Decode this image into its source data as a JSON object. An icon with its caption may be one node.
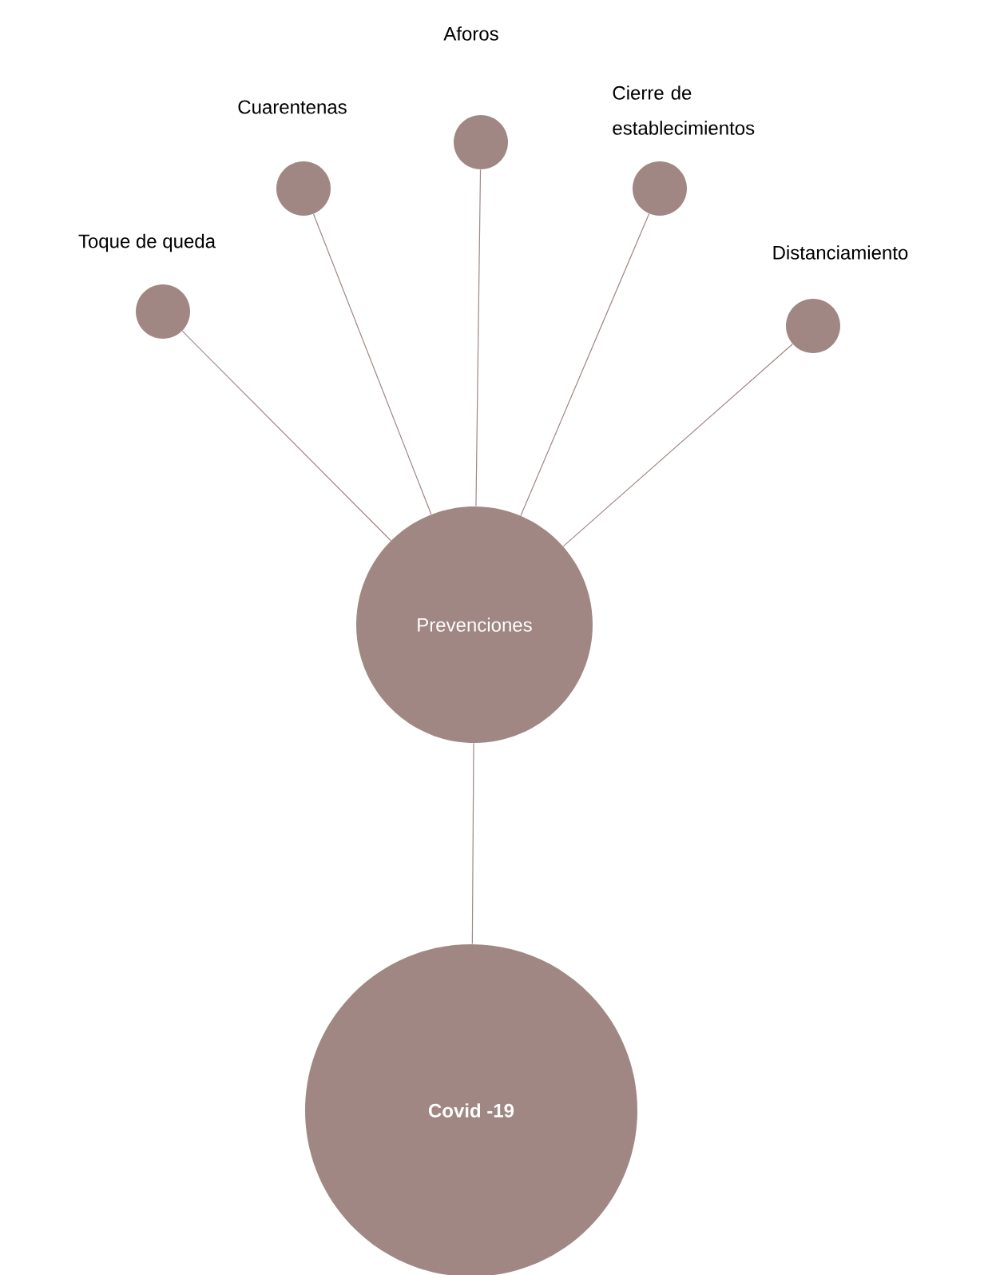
{
  "diagram": {
    "nodes": [
      {
        "text": [
          "Toque de queda"
        ]
      },
      {
        "text": [
          "Cuarentenas"
        ]
      },
      {
        "text": [
          "Aforos"
        ]
      },
      {
        "text": [
          "Cierre de establecimientos"
        ]
      },
      {
        "text": [
          "Distanciamiento"
        ]
      },
      {
        "text": [
          "Prevenciones"
        ]
      },
      {
        "text": [
          "Covid -19"
        ]
      }
    ],
    "edges": [
      {
        "from": 5,
        "to": 0,
        "arrow": "none"
      },
      {
        "from": 5,
        "to": 1,
        "arrow": "none"
      },
      {
        "from": 5,
        "to": 2,
        "arrow": "none"
      },
      {
        "from": 5,
        "to": 3,
        "arrow": "none"
      },
      {
        "from": 5,
        "to": 4,
        "arrow": "none"
      },
      {
        "from": 6,
        "to": 5,
        "arrow": "none"
      }
    ]
  }
}
